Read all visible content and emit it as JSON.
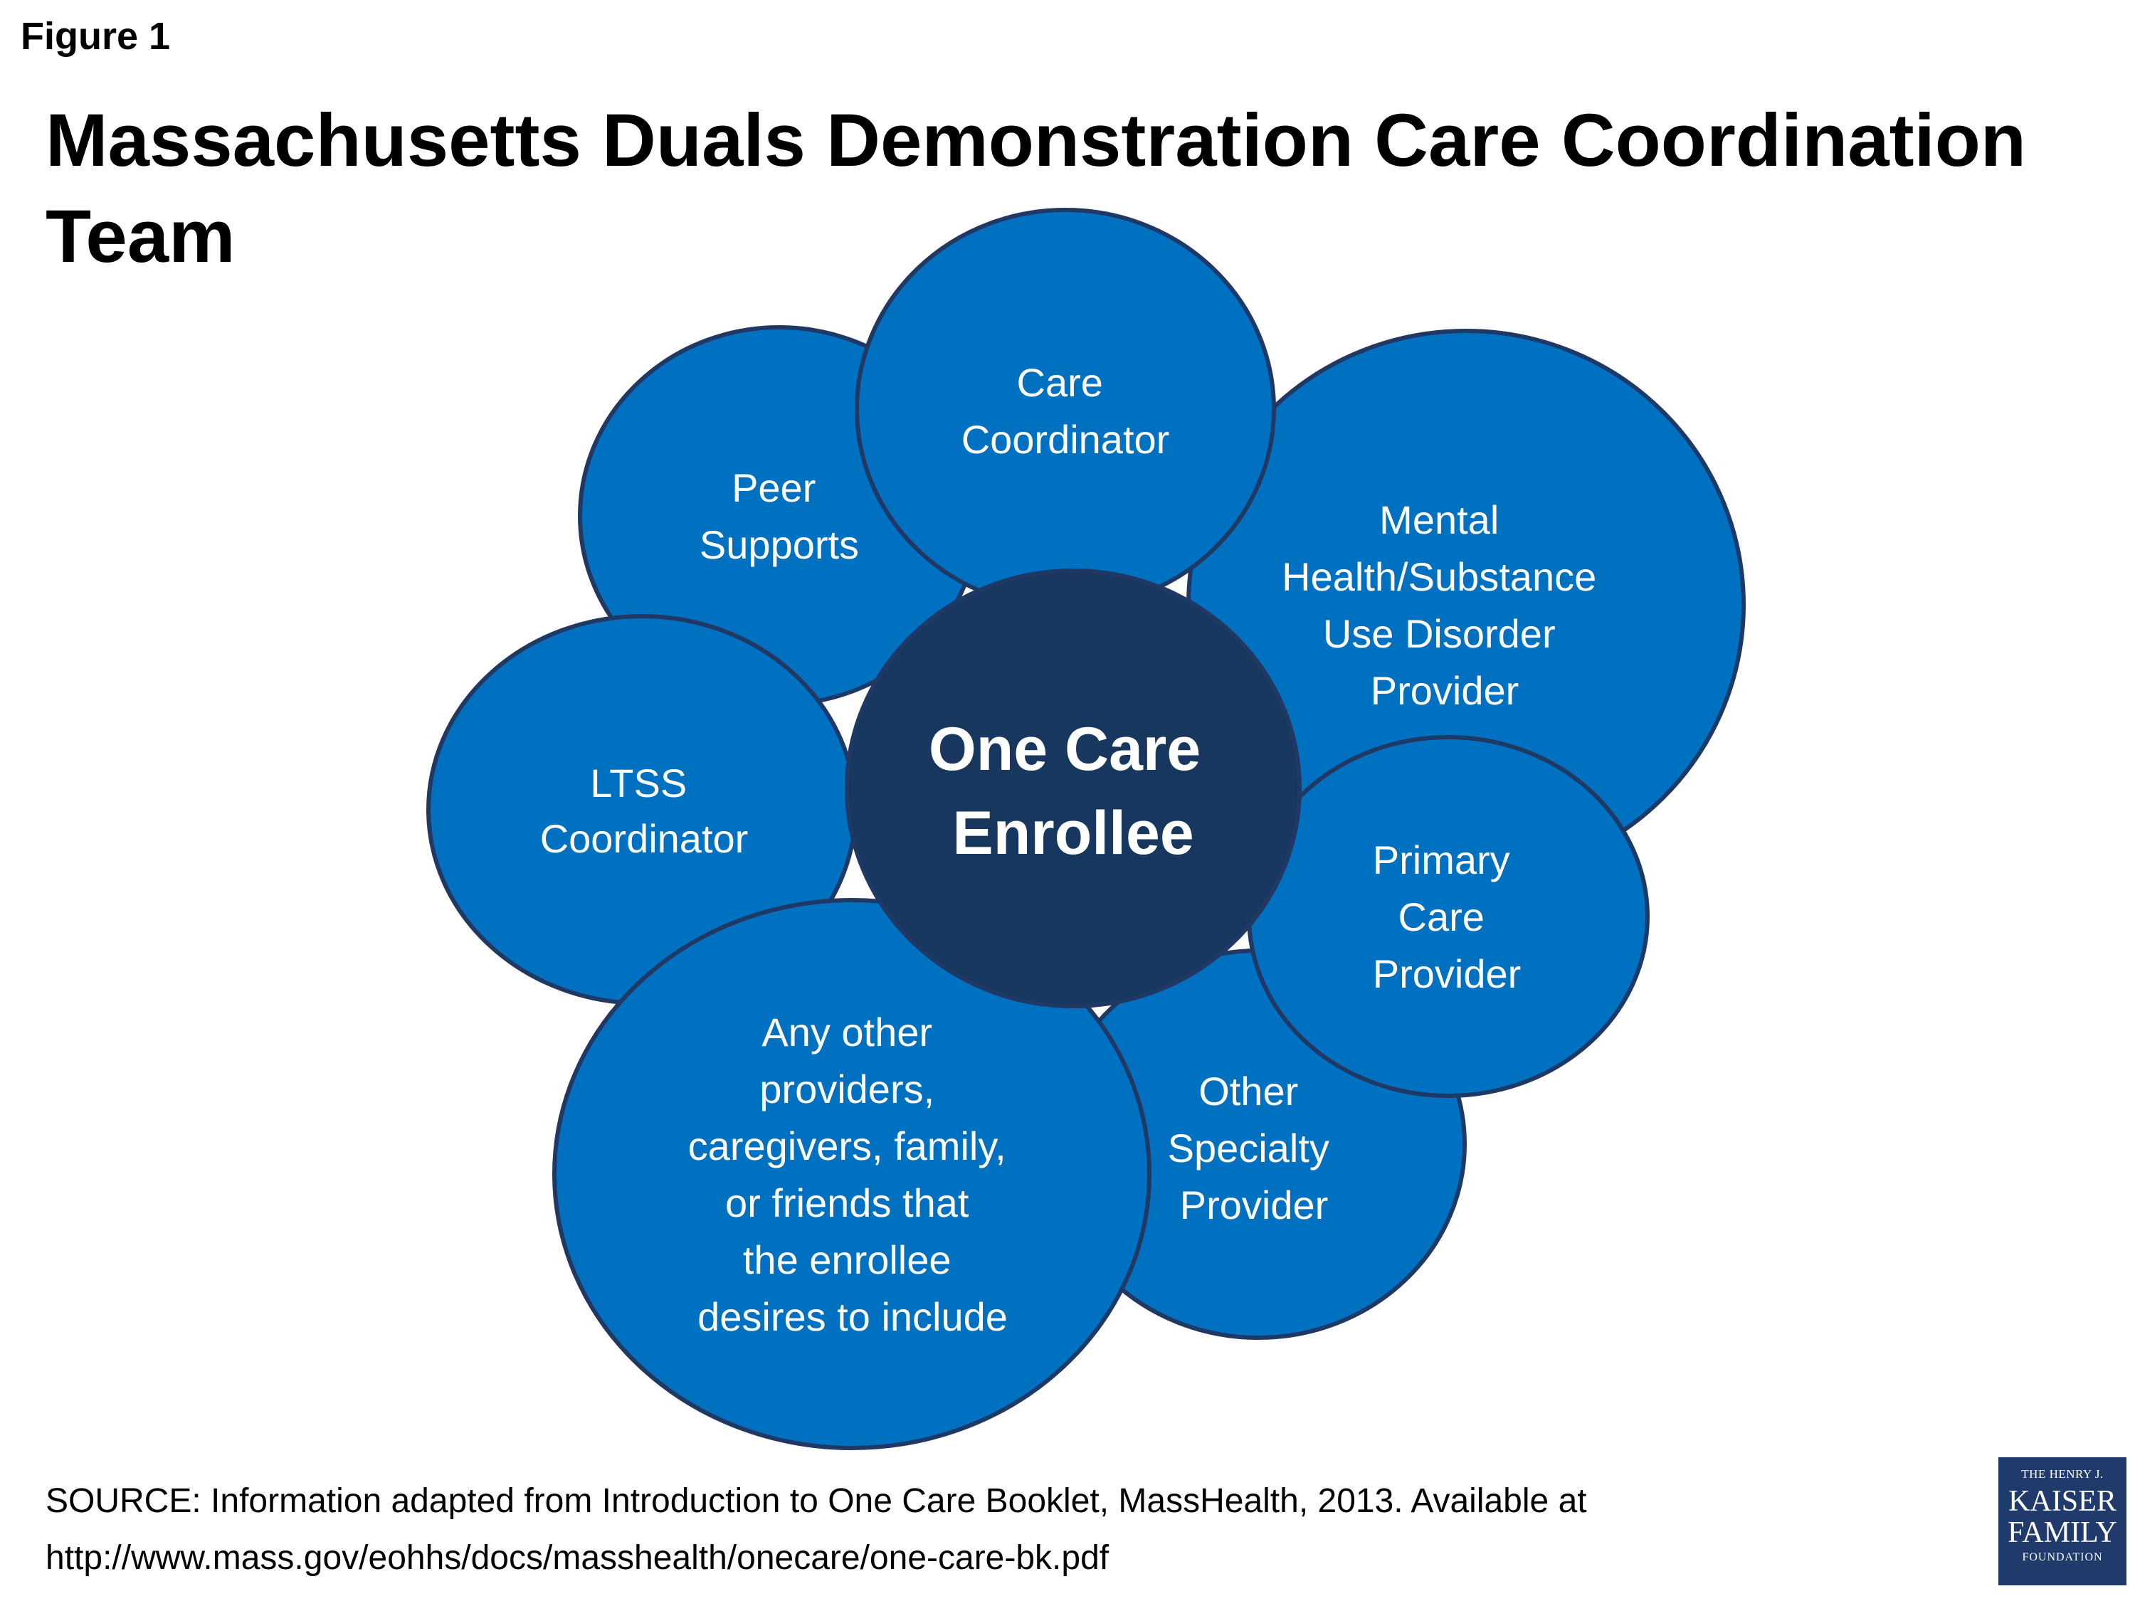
{
  "figure_label": "Figure 1",
  "title": "Massachusetts Duals Demonstration Care Coordination Team",
  "center": {
    "lines": [
      "One Care",
      "Enrollee"
    ]
  },
  "nodes": [
    {
      "id": "peer-supports",
      "lines": [
        "Peer",
        "Supports"
      ]
    },
    {
      "id": "care-coordinator",
      "lines": [
        "Care",
        "Coordinator"
      ]
    },
    {
      "id": "mental-health-provider",
      "lines": [
        "Mental",
        "Health/Substance",
        "Use Disorder",
        "Provider"
      ]
    },
    {
      "id": "ltss-coordinator",
      "lines": [
        "LTSS",
        "Coordinator"
      ]
    },
    {
      "id": "primary-care-provider",
      "lines": [
        "Primary",
        "Care",
        "Provider"
      ]
    },
    {
      "id": "other-specialty-provider",
      "lines": [
        "Other",
        "Specialty",
        "Provider"
      ]
    },
    {
      "id": "other-providers",
      "lines": [
        "Any other",
        "providers,",
        "caregivers, family,",
        "or friends that",
        "the enrollee",
        "desires to include"
      ]
    }
  ],
  "colors": {
    "node_fill": "#0070c0",
    "node_stroke": "#1f3864",
    "center_fill": "#17375e"
  },
  "source": {
    "line1": "SOURCE: Information adapted from Introduction to One Care Booklet, MassHealth, 2013. Available at",
    "line2": "http://www.mass.gov/eohhs/docs/masshealth/onecare/one-care-bk.pdf"
  },
  "logo": {
    "line1": "THE HENRY J.",
    "line2": "KAISER",
    "line3": "FAMILY",
    "line4": "FOUNDATION"
  }
}
